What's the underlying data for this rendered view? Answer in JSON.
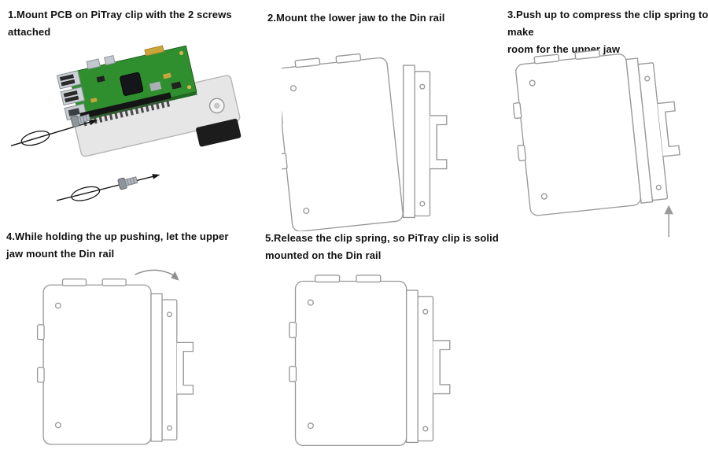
{
  "steps": [
    {
      "label": "1.Mount PCB on PiTray clip with the 2 screws attached",
      "lines": [
        "1.Mount PCB on PiTray clip with the 2 screws",
        "attached"
      ]
    },
    {
      "label": "2.Mount the lower jaw to the Din rail",
      "lines": [
        "2.Mount the lower jaw to the Din rail",
        ""
      ]
    },
    {
      "label": "3.Push up to compress the clip spring to make room for the upper jaw",
      "lines": [
        "3.Push up to compress the clip spring to make",
        "room for the upper jaw"
      ]
    },
    {
      "label": "4.While holding the up pushing, let the upper jaw mount the Din rail",
      "lines": [
        "4.While holding the up pushing, let the upper",
        "jaw mount the Din rail"
      ]
    },
    {
      "label": "5.Release the clip spring, so PiTray clip is solid mounted on the Din rail",
      "lines": [
        "5.Release the clip spring, so PiTray clip is solid",
        "mounted on the Din rail"
      ]
    }
  ],
  "colors": {
    "background": "#ffffff",
    "text": "#111111",
    "line_art": "#999999",
    "pcb_green": "#2f8f2f",
    "tray_gray": "#e6e6e6",
    "port_silver": "#c3c8cd",
    "block_black": "#1c1c1c",
    "hint_arrow_gray": "#9b9b9b",
    "screw_arrow_black": "#141414",
    "gold": "#caa53c"
  },
  "icons": {
    "screw-rotation-ellipse": "⟲",
    "screw-direction-arrow": "→",
    "push-up-arrow": "↑",
    "tilt-over-arrow": "⌒"
  }
}
